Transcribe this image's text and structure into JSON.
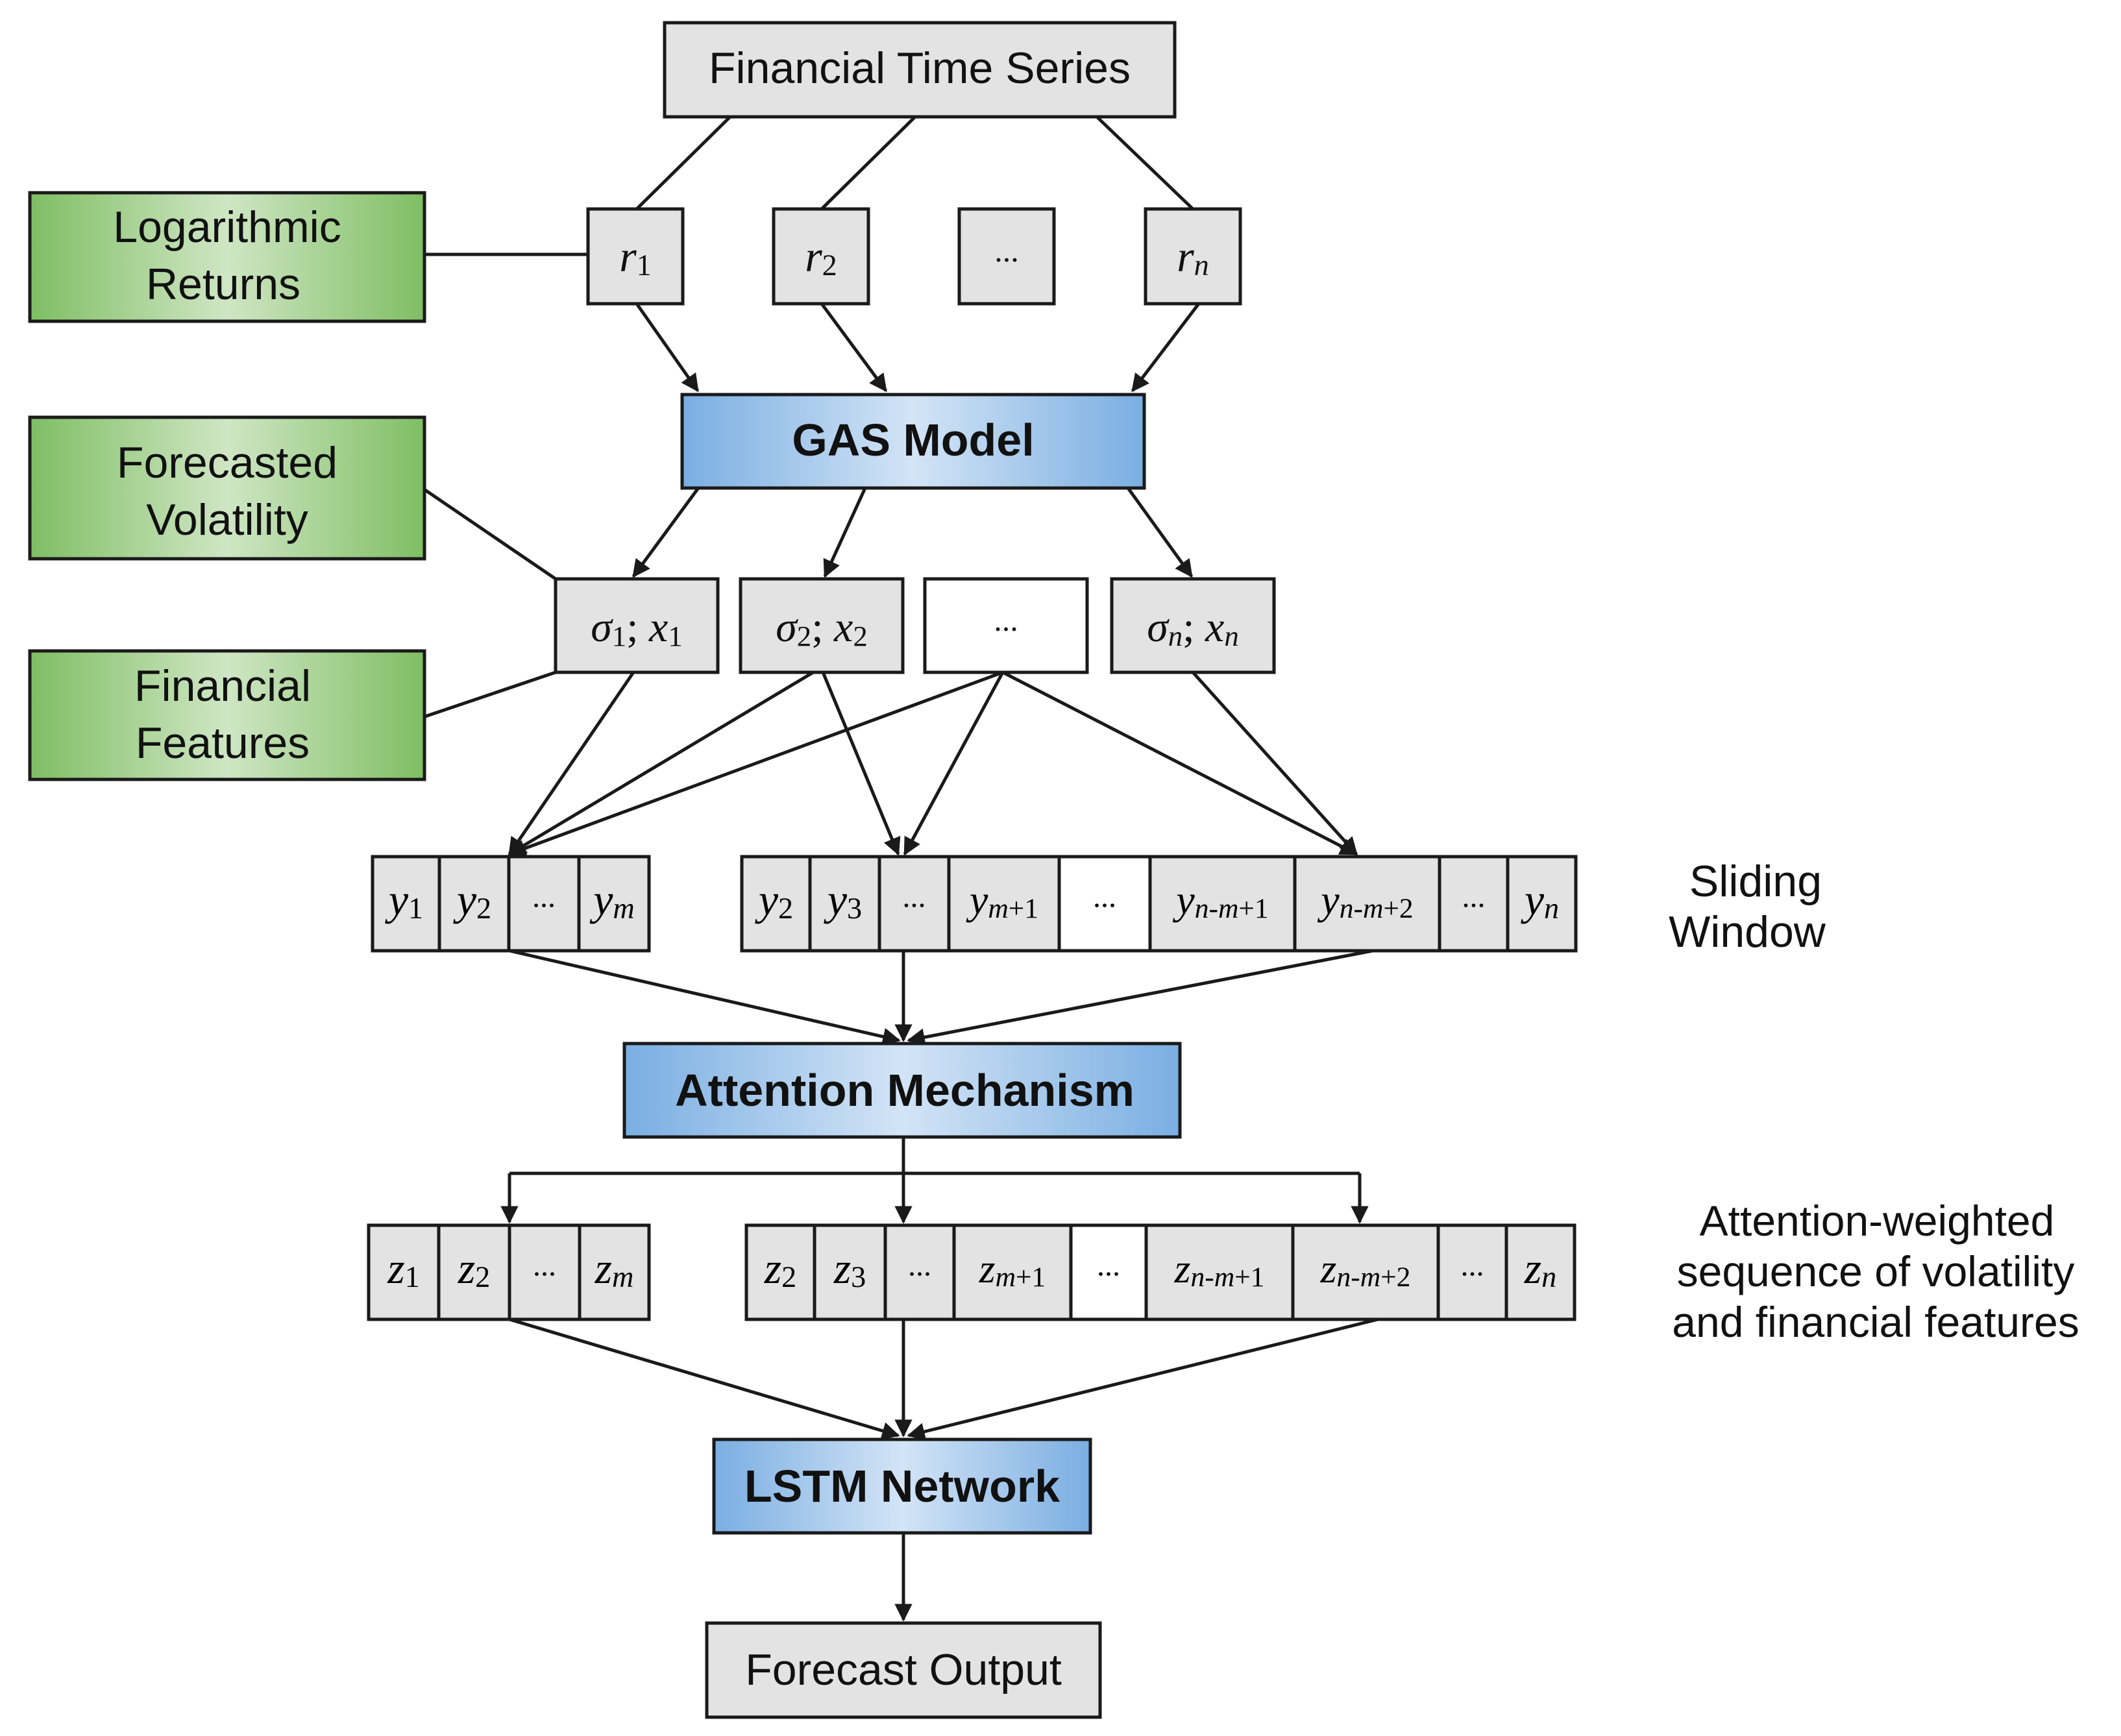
{
  "colors": {
    "gray_box": "#e3e3e3",
    "green_gradient": [
      "#7fbe63",
      "#cfe6c4"
    ],
    "blue_gradient": [
      "#7aaee2",
      "#d3e4f6"
    ],
    "stroke": "#1a1a1a"
  },
  "top": {
    "title": "Financial Time Series"
  },
  "returns": {
    "label_line1": "Logarithmic",
    "label_line2": "Returns",
    "cells": [
      {
        "main": "r",
        "sub": "1"
      },
      {
        "main": "r",
        "sub": "2"
      },
      {
        "main": "...",
        "sub": ""
      },
      {
        "main": "r",
        "sub": "n"
      }
    ]
  },
  "gas": {
    "label": "GAS Model"
  },
  "volatility": {
    "label_line1": "Forecasted",
    "label_line2": "Volatility"
  },
  "features": {
    "label_line1": "Financial",
    "label_line2": "Features"
  },
  "sigma": {
    "cells": [
      {
        "a": "σ",
        "asub": "1",
        "b": "x",
        "bsub": "1"
      },
      {
        "a": "σ",
        "asub": "2",
        "b": "x",
        "bsub": "2"
      },
      {
        "ellipsis": "..."
      },
      {
        "a": "σ",
        "asub": "n",
        "b": "x",
        "bsub": "n"
      }
    ]
  },
  "sliding": {
    "label_line1": "Sliding",
    "label_line2": "Window",
    "left": [
      {
        "main": "y",
        "sub": "1"
      },
      {
        "main": "y",
        "sub": "2"
      },
      {
        "main": "...",
        "sub": ""
      },
      {
        "main": "y",
        "sub": "m"
      }
    ],
    "right": [
      {
        "main": "y",
        "sub": "2"
      },
      {
        "main": "y",
        "sub": "3"
      },
      {
        "main": "...",
        "sub": ""
      },
      {
        "main": "y",
        "sub": "m",
        "sub2": "+1"
      },
      {
        "main": "...",
        "sub": ""
      },
      {
        "main": "y",
        "sub": "n-m",
        "sub2": "+1"
      },
      {
        "main": "y",
        "sub": "n-m",
        "sub2": "+2"
      },
      {
        "main": "...",
        "sub": ""
      },
      {
        "main": "y",
        "sub": "n"
      }
    ]
  },
  "attention": {
    "label": "Attention Mechanism"
  },
  "weighted": {
    "label_line1": "Attention-weighted",
    "label_line2": "sequence of volatility",
    "label_line3": "and financial features",
    "left": [
      {
        "main": "z",
        "sub": "1"
      },
      {
        "main": "z",
        "sub": "2"
      },
      {
        "main": "...",
        "sub": ""
      },
      {
        "main": "z",
        "sub": "m"
      }
    ],
    "right": [
      {
        "main": "z",
        "sub": "2"
      },
      {
        "main": "z",
        "sub": "3"
      },
      {
        "main": "...",
        "sub": ""
      },
      {
        "main": "z",
        "sub": "m",
        "sub2": "+1"
      },
      {
        "main": "...",
        "sub": ""
      },
      {
        "main": "z",
        "sub": "n-m",
        "sub2": "+1"
      },
      {
        "main": "z",
        "sub": "n-m",
        "sub2": "+2"
      },
      {
        "main": "...",
        "sub": ""
      },
      {
        "main": "z",
        "sub": "n"
      }
    ]
  },
  "lstm": {
    "label": "LSTM Network"
  },
  "output": {
    "label": "Forecast Output"
  }
}
